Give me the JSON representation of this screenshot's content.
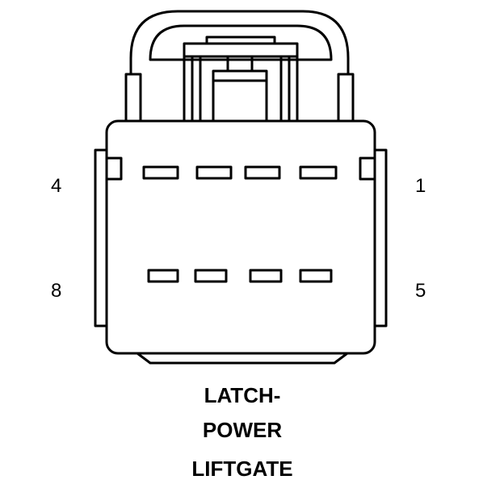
{
  "pins": {
    "top_left": "4",
    "top_right": "1",
    "bottom_left": "8",
    "bottom_right": "5"
  },
  "caption": {
    "line1": "LATCH-",
    "line2": "POWER",
    "line3": "LIFTGATE"
  },
  "colors": {
    "stroke": "#000000",
    "background": "#ffffff"
  }
}
